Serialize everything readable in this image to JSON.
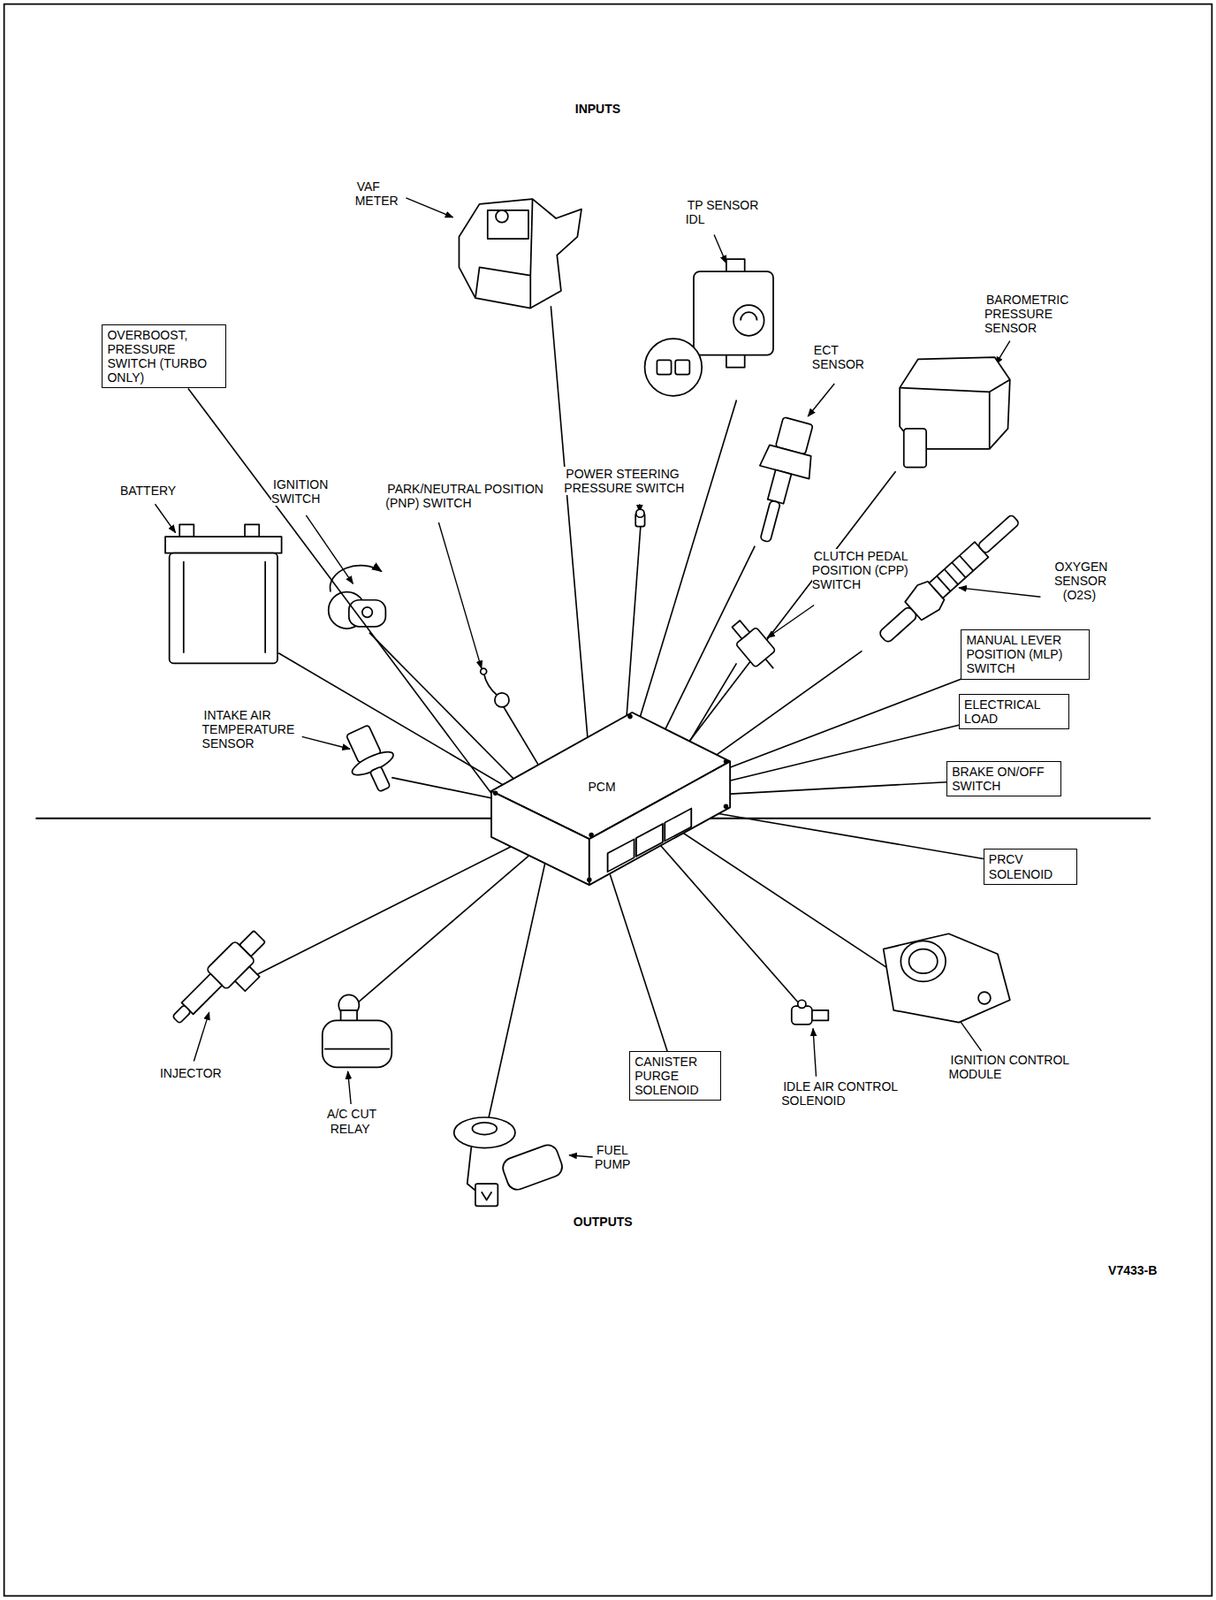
{
  "diagram": {
    "nodes": [
      {
        "text": [
          "OVERBOOST, PRESSURE SWITCH (TURBO ONLY)"
        ]
      },
      {
        "text": [
          "MANUAL LEVER POSITION (MLP) SWITCH"
        ]
      },
      {
        "text": [
          "ELECTRICAL LOAD"
        ]
      },
      {
        "text": [
          "PCM"
        ]
      },
      {
        "text": [
          "BRAKE ON/OFF SWITCH"
        ]
      },
      {
        "text": [
          "PRCV SOLENOID"
        ]
      },
      {
        "text": [
          "CANISTER PURGE SOLENOID"
        ]
      }
    ],
    "edges": [
      {
        "from": 3,
        "to": 0,
        "arrow": "none"
      },
      {
        "from": 3,
        "to": 1,
        "arrow": "none"
      },
      {
        "from": 3,
        "to": 2,
        "arrow": "none"
      },
      {
        "from": 3,
        "to": 4,
        "arrow": "none"
      },
      {
        "from": 3,
        "to": 5,
        "arrow": "none"
      },
      {
        "from": 3,
        "to": 6,
        "arrow": "none"
      }
    ],
    "labels": [
      "INPUTS",
      "VAF METER",
      "TP SENSOR IDL",
      "BAROMETRIC PRESSURE SENSOR",
      "ECT SENSOR",
      "BATTERY",
      "IGNITION SWITCH",
      "PARK/NEUTRAL POSITION (PNP) SWITCH",
      "POWER STEERING PRESSURE SWITCH",
      "CLUTCH PEDAL POSITION (CPP) SWITCH",
      "OXYGEN SENSOR (O2S)",
      "INTAKE AIR TEMPERATURE SENSOR",
      "INJECTOR",
      "A/C CUT RELAY",
      "FUEL PUMP",
      "IDLE AIR CONTROL SOLENOID",
      "IGNITION CONTROL MODULE",
      "OUTPUTS",
      "V7433-B"
    ]
  }
}
